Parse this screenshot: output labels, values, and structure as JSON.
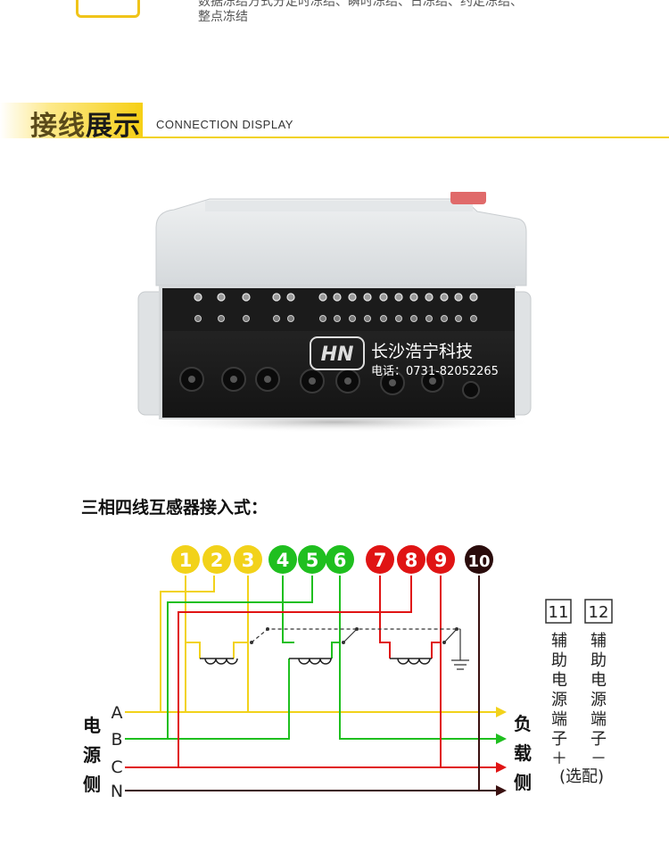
{
  "top_fragment": {
    "line1": "数据冻结方式分定时冻结、瞬时冻结、日冻结、约定冻结、",
    "line2": "整点冻结"
  },
  "section": {
    "title_part1": "接线",
    "title_part2": "展示",
    "subtitle": "CONNECTION DISPLAY"
  },
  "photo": {
    "company": "长沙浩宁科技",
    "phone": "电话：0731-82052265",
    "logo_text": "HN"
  },
  "diagram": {
    "heading": "三相四线互感器接入式：",
    "terminals": [
      {
        "label": "1",
        "color": "#f2d21a"
      },
      {
        "label": "2",
        "color": "#f2d21a"
      },
      {
        "label": "3",
        "color": "#f2d21a"
      },
      {
        "label": "4",
        "color": "#1fbf1f"
      },
      {
        "label": "5",
        "color": "#1fbf1f"
      },
      {
        "label": "6",
        "color": "#1fbf1f"
      },
      {
        "label": "7",
        "color": "#e01414"
      },
      {
        "label": "8",
        "color": "#e01414"
      },
      {
        "label": "9",
        "color": "#e01414"
      },
      {
        "label": "10",
        "color": "#2a0c0c"
      }
    ],
    "aux_terminals": [
      {
        "label": "11",
        "text": "辅助电源端子＋"
      },
      {
        "label": "12",
        "text": "辅助电源端子－"
      }
    ],
    "aux_note": "(选配)",
    "source_side": "电源侧",
    "load_side": "负载侧",
    "phases": [
      "A",
      "B",
      "C",
      "N"
    ],
    "colors": {
      "A": "#f2d21a",
      "B": "#1fbf1f",
      "C": "#e01414",
      "N": "#3a1010"
    }
  }
}
